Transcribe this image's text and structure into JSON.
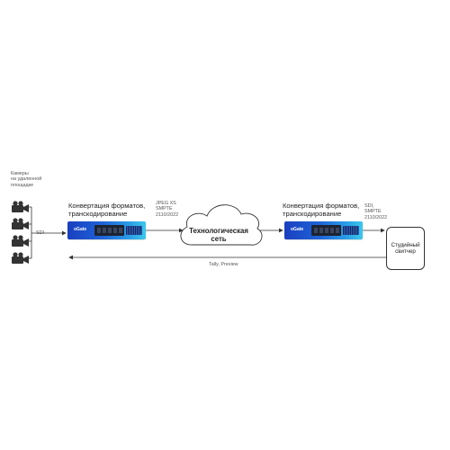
{
  "remote_cameras_label": [
    "Камеры",
    "на удаленной",
    "площадке"
  ],
  "sdi_left_label": "SDI",
  "conversion_left_label": [
    "Конвертация форматов,",
    "транскодирование"
  ],
  "device_brand": "oGate",
  "protocol_left_label": [
    "JPEG XS",
    "SMPTE",
    "2110/2022"
  ],
  "network_label": [
    "Технологическая",
    "сеть"
  ],
  "conversion_right_label": [
    "Конвертация форматов,",
    "транскодирование"
  ],
  "protocol_right_label": [
    "SDI,",
    "SMPTE",
    "2110/2022"
  ],
  "studio_switcher_label": [
    "Студийный",
    "свитчер"
  ],
  "return_link_label": "Tally, Preview",
  "icons": [
    "camera-icon",
    "cloud-icon",
    "arrow-icon"
  ],
  "colors": {
    "device_start": "#1a3fbf",
    "device_end": "#3cc8ea",
    "line": "#333333"
  }
}
